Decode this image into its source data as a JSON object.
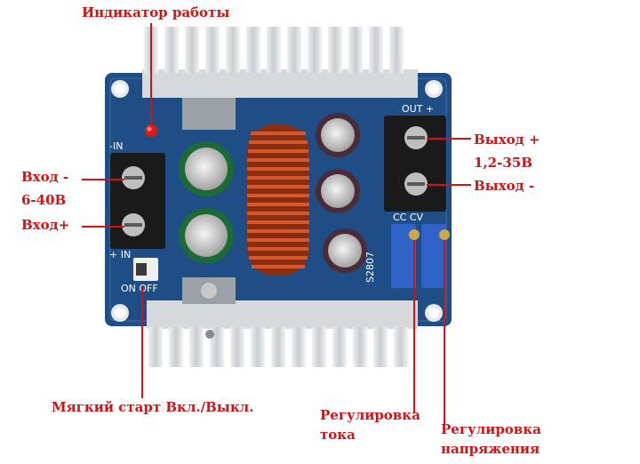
{
  "labels": {
    "indicator": "Индикатор работы",
    "input_minus": "Вход -",
    "input_range": "6-40В",
    "input_plus": "Вход+",
    "output_plus": "Выход +",
    "output_range": "1,2-35В",
    "output_minus": "Выход -",
    "soft_start": "Мягкий старт Вкл./Выкл.",
    "current_adj_1": "Регулировка",
    "current_adj_2": "тока",
    "voltage_adj_1": "Регулировка",
    "voltage_adj_2": "напряжения"
  },
  "silkscreen": {
    "in_minus": "-IN",
    "in_plus": "+ IN",
    "on_off": "ON OFF",
    "out": "OUT +",
    "cc_cv": "CC CV",
    "chip": "S2807"
  },
  "colors": {
    "annotation": "#d01414",
    "pcb": "#1f4e86",
    "heatsink": "#d9dde0",
    "coil": "#b8431e",
    "terminal": "#1a1a1a",
    "potentiometer": "#2f63c8"
  }
}
